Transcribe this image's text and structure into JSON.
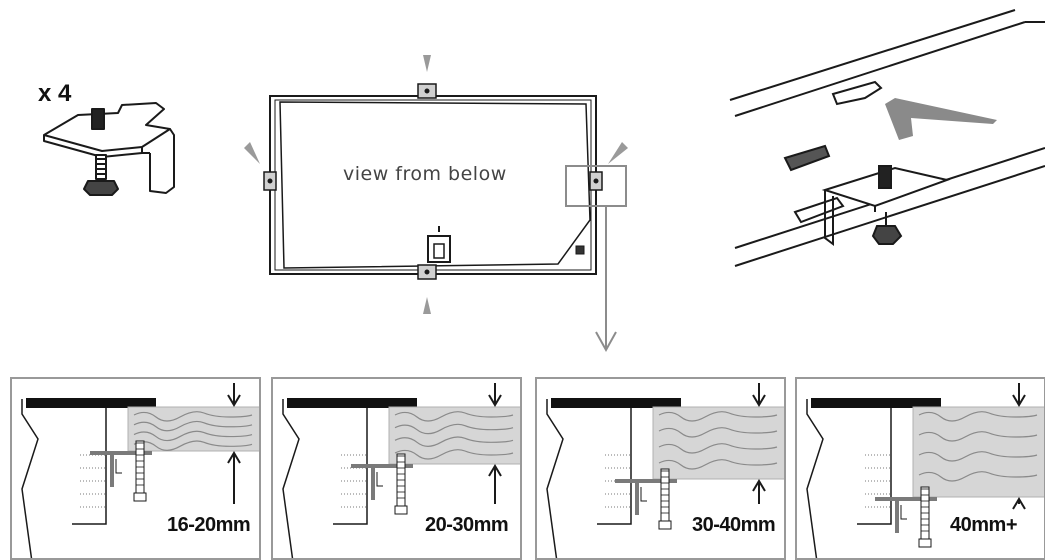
{
  "quantity_label": "x 4",
  "center_label": "view from below",
  "thickness_panels": [
    {
      "label": "16-20mm"
    },
    {
      "label": "20-30mm"
    },
    {
      "label": "30-40mm"
    },
    {
      "label": "40mm+"
    }
  ],
  "colors": {
    "line": "#1a1a1a",
    "accent_grey": "#8c8c8c",
    "wood": "#d4d4d4",
    "panel_border": "#999999"
  },
  "icons": [
    "clamp-bracket-icon",
    "insert-arrow-icon",
    "thickness-arrow-icon"
  ]
}
